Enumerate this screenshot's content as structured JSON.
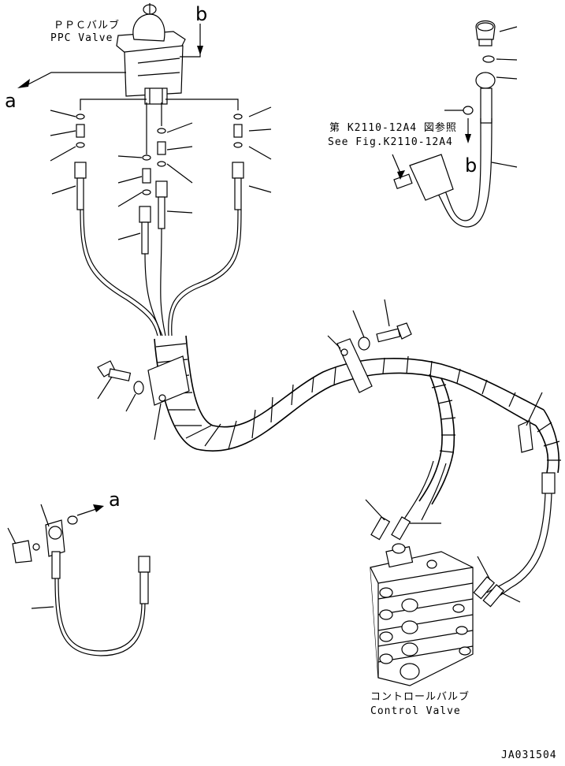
{
  "labels": {
    "ppc_jp": "ＰＰＣバルブ",
    "ppc_en": "PPC Valve",
    "see_jp": "第 K2110-12A4 図参照",
    "see_en": "See Fig.K2110-12A4",
    "control_jp": "コントロールバルブ",
    "control_en": "Control Valve",
    "code": "JA031504",
    "marker_a": "a",
    "marker_b": "b"
  }
}
